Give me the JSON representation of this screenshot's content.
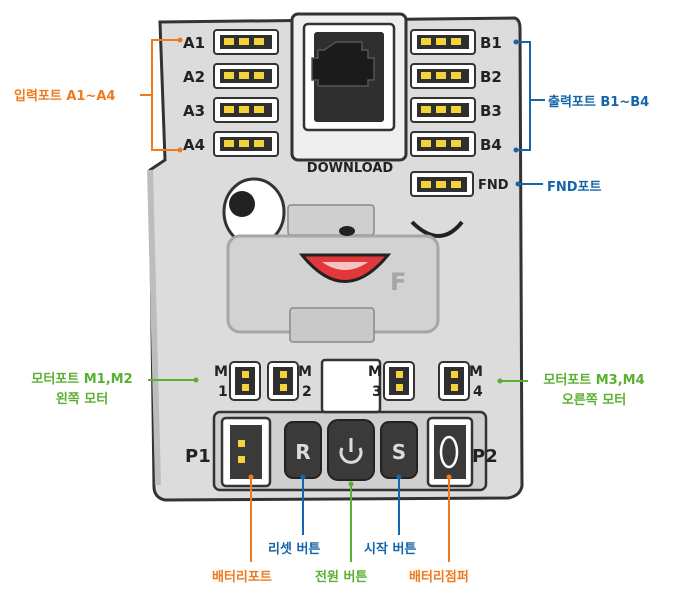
{
  "board": {
    "download_label": "DOWNLOAD",
    "fnd_label": "FND",
    "input_ports": [
      "A1",
      "A2",
      "A3",
      "A4"
    ],
    "output_ports": [
      "B1",
      "B2",
      "B3",
      "B4"
    ],
    "motor_ports": [
      "M1",
      "M2",
      "M3",
      "M4"
    ],
    "battery_port_label": "P1",
    "jumper_label": "P2",
    "reset_button_glyph": "R",
    "start_button_glyph": "S",
    "power_icon": "power-icon",
    "colors": {
      "board_fill": "#dcdcdc",
      "board_outline": "#333333",
      "port_dark": "#2f2f2f",
      "pin_yellow": "#f2d43a",
      "mouth_red": "#e2383b",
      "callout_orange": "#ee7a1f",
      "callout_blue": "#1565a8",
      "callout_green": "#5ab031"
    }
  },
  "callouts": {
    "input_ports": "입력포트 A1~A4",
    "output_ports": "출력포트 B1~B4",
    "fnd_port": "FND포트",
    "motor_left": [
      "모터포트 M1,M2",
      "왼쪽 모터"
    ],
    "motor_right": [
      "모터포트 M3,M4",
      "오른쪽 모터"
    ],
    "reset_button": "리셋 버튼",
    "start_button": "시작 버튼",
    "battery_port": "배터리포트",
    "power_button": "전원 버튼",
    "battery_jumper": "배터리점퍼"
  }
}
